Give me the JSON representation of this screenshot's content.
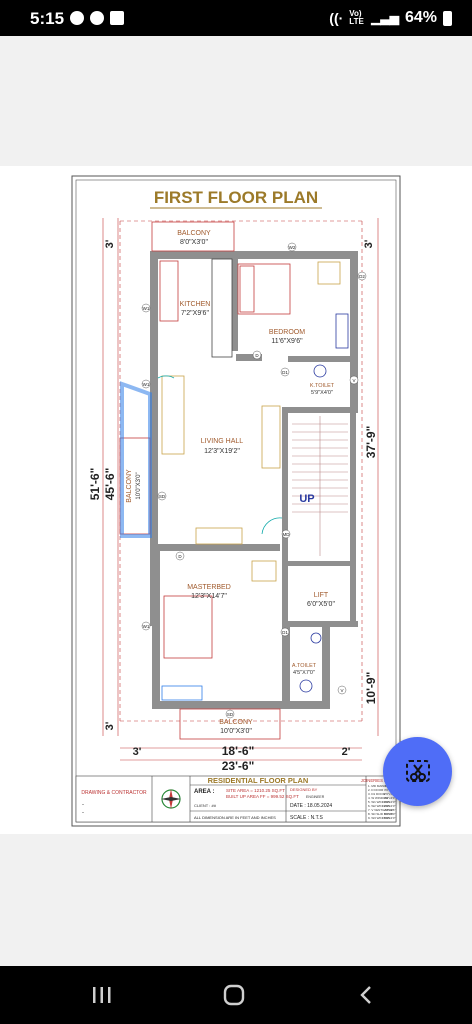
{
  "status_bar": {
    "time": "5:15",
    "battery": "64%",
    "network": "Vo) LTE"
  },
  "plan": {
    "title": "FIRST FLOOR PLAN",
    "rooms": [
      {
        "key": "balcony_top",
        "name": "BALCONY",
        "size": "8'0\"X3'0\""
      },
      {
        "key": "kitchen",
        "name": "KITCHEN",
        "size": "7'2\"X9'6\""
      },
      {
        "key": "bedroom",
        "name": "BEDROOM",
        "size": "11'6\"X9'6\""
      },
      {
        "key": "ktoilet",
        "name": "K.TOILET",
        "size": "5'9\"X4'0\""
      },
      {
        "key": "living",
        "name": "LIVING HALL",
        "size": "12'3\"X19'2\""
      },
      {
        "key": "balcony_side",
        "name": "BALCONY",
        "size": "10'0\"X3'0\""
      },
      {
        "key": "master",
        "name": "MASTERBED",
        "size": "12'3\"X14'7\""
      },
      {
        "key": "lift",
        "name": "LIFT",
        "size": "6'0\"X5'0\""
      },
      {
        "key": "atoilet",
        "name": "A.TOILET",
        "size": "4'5\"X7'0\""
      },
      {
        "key": "balcony_bottom",
        "name": "BALCONY",
        "size": "10'0\"X3'0\""
      }
    ],
    "stair_label": "UP",
    "dimensions": {
      "top_left": "3'",
      "top_right": "3'",
      "bottom_left": "3'",
      "left_outer": "51'-6\"",
      "left_inner": "45'-6\"",
      "right_upper": "37'-9\"",
      "right_lower": "10'-9\"",
      "bottom_a": "3'",
      "bottom_b": "18'-6\"",
      "bottom_c": "2'",
      "bottom_total": "23'-6\""
    },
    "tags": [
      "W1",
      "W1",
      "W2",
      "D",
      "D1",
      "D",
      "D1",
      "MD",
      "V",
      "V",
      "SD",
      "D2",
      "W1",
      "SD",
      "D1"
    ],
    "title_block": {
      "heading": "RESIDENTIAL FLOOR PLAN",
      "drawing_contractor": "DRAWING & CONTRACTOR",
      "area_label": "AREA :",
      "site_area": "SITE AREA = 1210.25 SQ.FT",
      "built_up": "BUILT UP AREA FF = 999.52 SQ.FT",
      "designed_by": "DESIGNED BY",
      "designer": "ENGINEER",
      "client": "CLIENT : ##",
      "date": "DATE : 18.05.2024",
      "scale": "SCALE : N.T.S",
      "note": "ALL DIMENSION ARE IN FEET AND INCHES",
      "joinery": "JOINERIES DETAILS",
      "joinery_rows": [
        "1. MD MAIN DOOR",
        "2. D DOOR",
        "3. D1 DOOR",
        "4. W WINDOW",
        "5. W1 WINDOW",
        "6. W2 WINDOW",
        "7. V VENTILATOR",
        "8. SD SLID DOOR",
        "9. W3 WINDOW"
      ],
      "joinery_sizes": [
        "3'6\"x7'0\"",
        "3'0\"x7'0\"",
        "2'6\"x7'0\"",
        "4'0\"x4'0\"",
        "3'0\"x4'0\"",
        "2'0\"x4'0\"",
        "2'0\"x1'6\"",
        "6'0\"x7'0\"",
        "5'0\"x4'0\""
      ]
    }
  },
  "colors": {
    "wall": "#8f8f8f",
    "dim": "#c43c3c",
    "title": "#9c7a29",
    "fab": "#4f6df7",
    "glass": "#2f7ee8"
  },
  "icons": {
    "fab": "crop-scissors-icon",
    "nav_recent": "recent-apps-icon",
    "nav_home": "home-icon",
    "nav_back": "back-icon"
  }
}
